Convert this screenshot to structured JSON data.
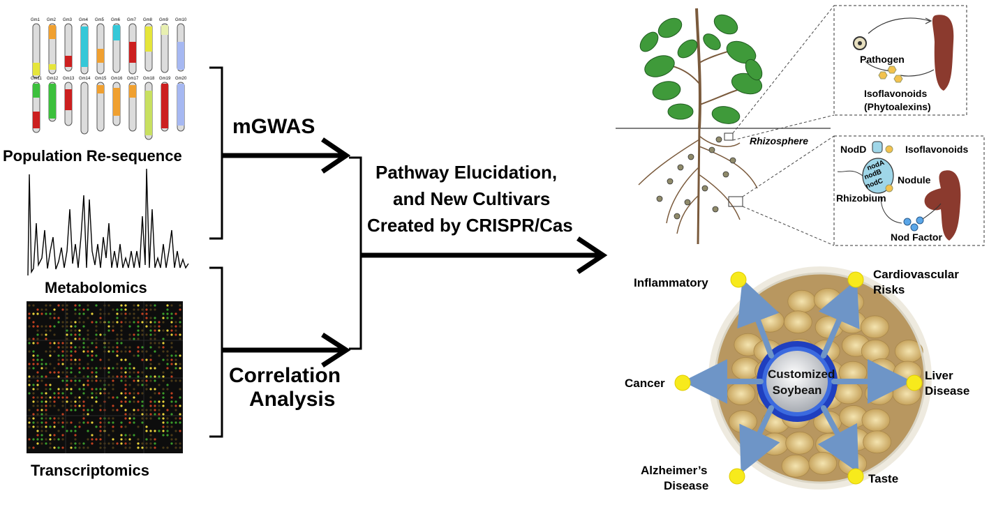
{
  "left_panels": {
    "population_label": "Population  Re-sequence",
    "metabolomics_label": "Metabolomics",
    "transcriptomics_label": "Transcriptomics",
    "chromosome_labels_row1": [
      "Gm1",
      "Gm2",
      "Gm3",
      "Gm4",
      "Gm5",
      "Gm6",
      "Gm7",
      "Gm8",
      "Gm9",
      "Gm10"
    ],
    "chromosome_labels_row2": [
      "Gm11",
      "Gm12",
      "Gm13",
      "Gm14",
      "Gm15",
      "Gm16",
      "Gm17",
      "Gm18",
      "Gm19",
      "Gm20"
    ]
  },
  "middle": {
    "mgwas_label": "mGWAS",
    "correlation_line1": "Correlation",
    "correlation_line2": "Analysis",
    "outcome_line1": "Pathway Elucidation,",
    "outcome_line2": "and New Cultivars",
    "outcome_line3": "Created by CRISPR/Cas"
  },
  "plant": {
    "rhizosphere": "Rhizosphere",
    "pathogen_box": {
      "pathogen": "Pathogen",
      "isoflavonoids": "Isoflavonoids",
      "phytoalexins": "(Phytoalexins)"
    },
    "nodule_box": {
      "nodd": "NodD",
      "isoflavonoids": "Isoflavonoids",
      "noda": "nodA",
      "nodb": "nodB",
      "nodc": "nodC",
      "nodule": "Nodule",
      "rhizobium": "Rhizobium",
      "nod_factor": "Nod Factor"
    }
  },
  "soybean": {
    "center_line1": "Customized",
    "center_line2": "Soybean",
    "inflammatory": "Inflammatory",
    "cardio_line1": "Cardiovascular",
    "cardio_line2": "Risks",
    "cancer": "Cancer",
    "liver_line1": "Liver",
    "liver_line2": "Disease",
    "alz_line1": "Alzheimer’s",
    "alz_line2": "Disease",
    "taste": "Taste"
  },
  "colors": {
    "arrow": "#000000",
    "leaf": "#3f9a3a",
    "root": "#7a5a3c",
    "nodule": "#8b3a2e",
    "dot": "#f7ea1c",
    "ring": "#1f3fbf",
    "health_arrow": "#6e95c7",
    "bean": "#e2c98a"
  }
}
